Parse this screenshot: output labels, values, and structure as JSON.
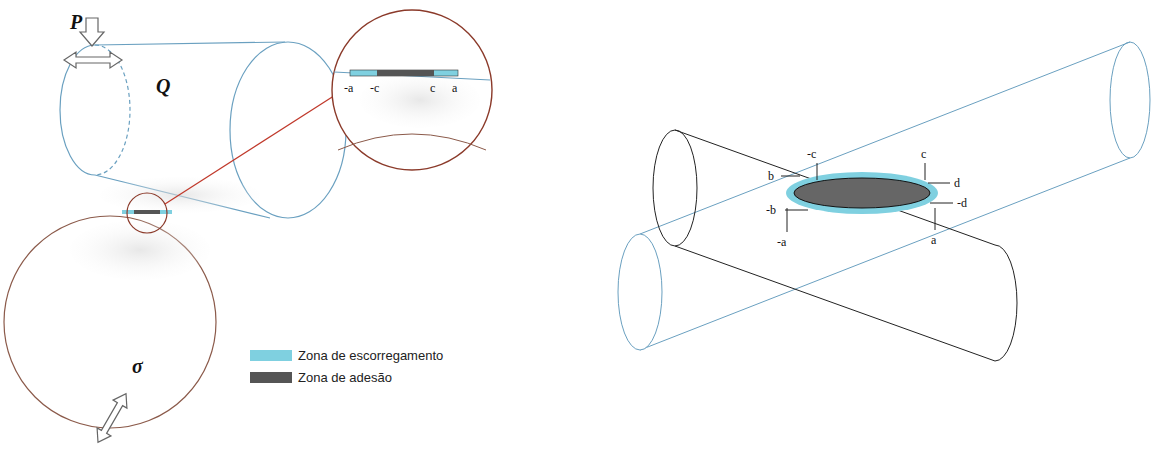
{
  "diagram": {
    "labels": [
      "P",
      "Q",
      "σ",
      "-a",
      "-c",
      "c",
      "a",
      "-c",
      "c",
      "b",
      "d",
      "-b",
      "-d",
      "-a",
      "a"
    ],
    "legend": [
      {
        "text": "Zona de escorregamento",
        "color": "#7fd0e0"
      },
      {
        "text": "Zona de adesão",
        "color": "#555555"
      }
    ]
  }
}
